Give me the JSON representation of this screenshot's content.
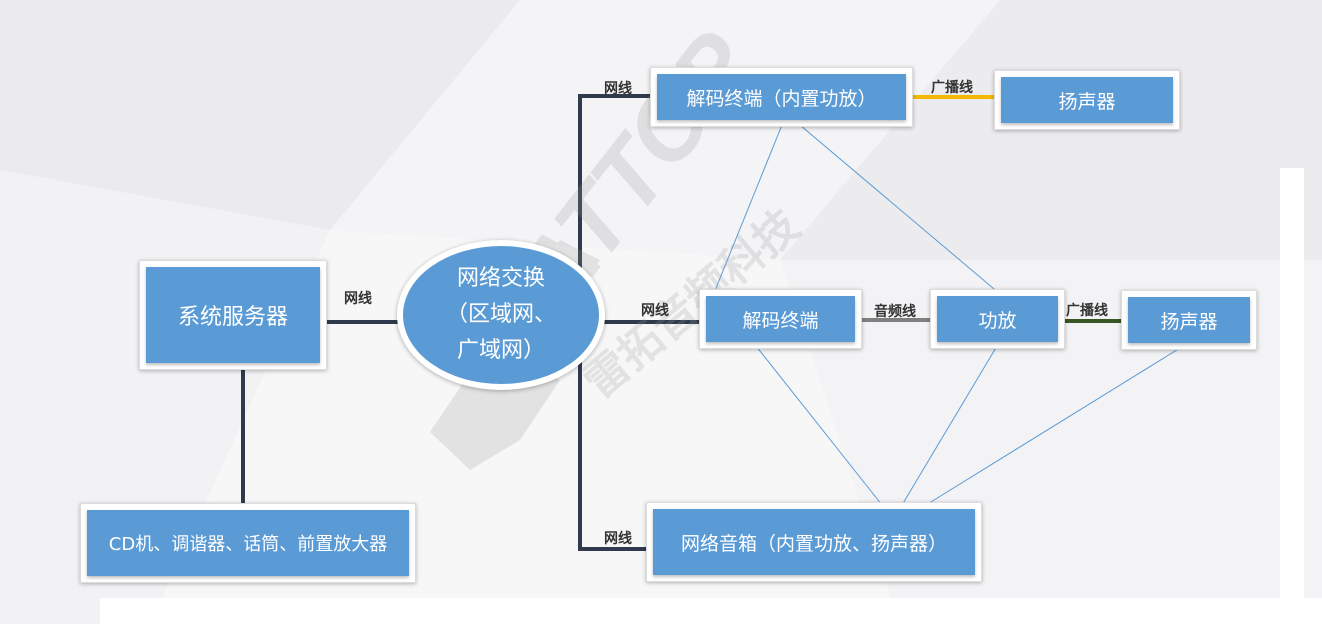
{
  "nodes": {
    "server": "系统服务器",
    "sources": "CD机、调谐器、话筒、前置放大器",
    "switch_line1": "网络交换",
    "switch_line2": "（区域网、",
    "switch_line3": "广域网）",
    "decoder_top": "解码终端（内置功放）",
    "speaker_top": "扬声器",
    "decoder_mid": "解码终端",
    "amplifier": "功放",
    "speaker_mid": "扬声器",
    "net_speaker": "网络音箱（内置功放、扬声器）"
  },
  "labels": {
    "network_cable": "网线",
    "broadcast_cable": "广播线",
    "audio_cable": "音频线"
  },
  "watermark": {
    "brand": "RATTOP",
    "company": "雷拓音频科技"
  },
  "colors": {
    "box_fill": "#5b9bd5",
    "trunk_line": "#2f3b4c",
    "broadcast_top": "#f5b800",
    "broadcast_mid": "#375623",
    "audio_line": "#7f7f7f",
    "thin_link": "#5b9bd5"
  }
}
